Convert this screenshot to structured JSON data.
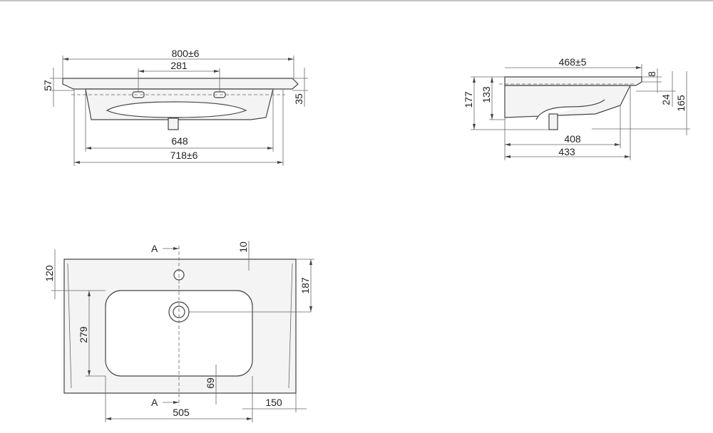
{
  "colors": {
    "line": "#444444",
    "background": "#ffffff",
    "body_fill": "#f4f4f4"
  },
  "front_view": {
    "overall_width": "800±6",
    "tap_spacing": "281",
    "height_left": "57",
    "height_right": "35",
    "bowl_width": "648",
    "body_width": "718±6"
  },
  "side_view": {
    "depth": "468±5",
    "top_thickness": "8",
    "rim_drop": "24",
    "total_height": "165",
    "left_height": "177",
    "basin_height": "133",
    "bowl_depth": "408",
    "body_depth": "433"
  },
  "plan_view": {
    "section_top": "A",
    "section_bottom": "A",
    "edge_offset": "10",
    "tap_hole_offset": "120",
    "drain_offset": "187",
    "bowl_height": "279",
    "bottom_margin": "69",
    "bowl_length": "505",
    "right_margin": "150"
  }
}
